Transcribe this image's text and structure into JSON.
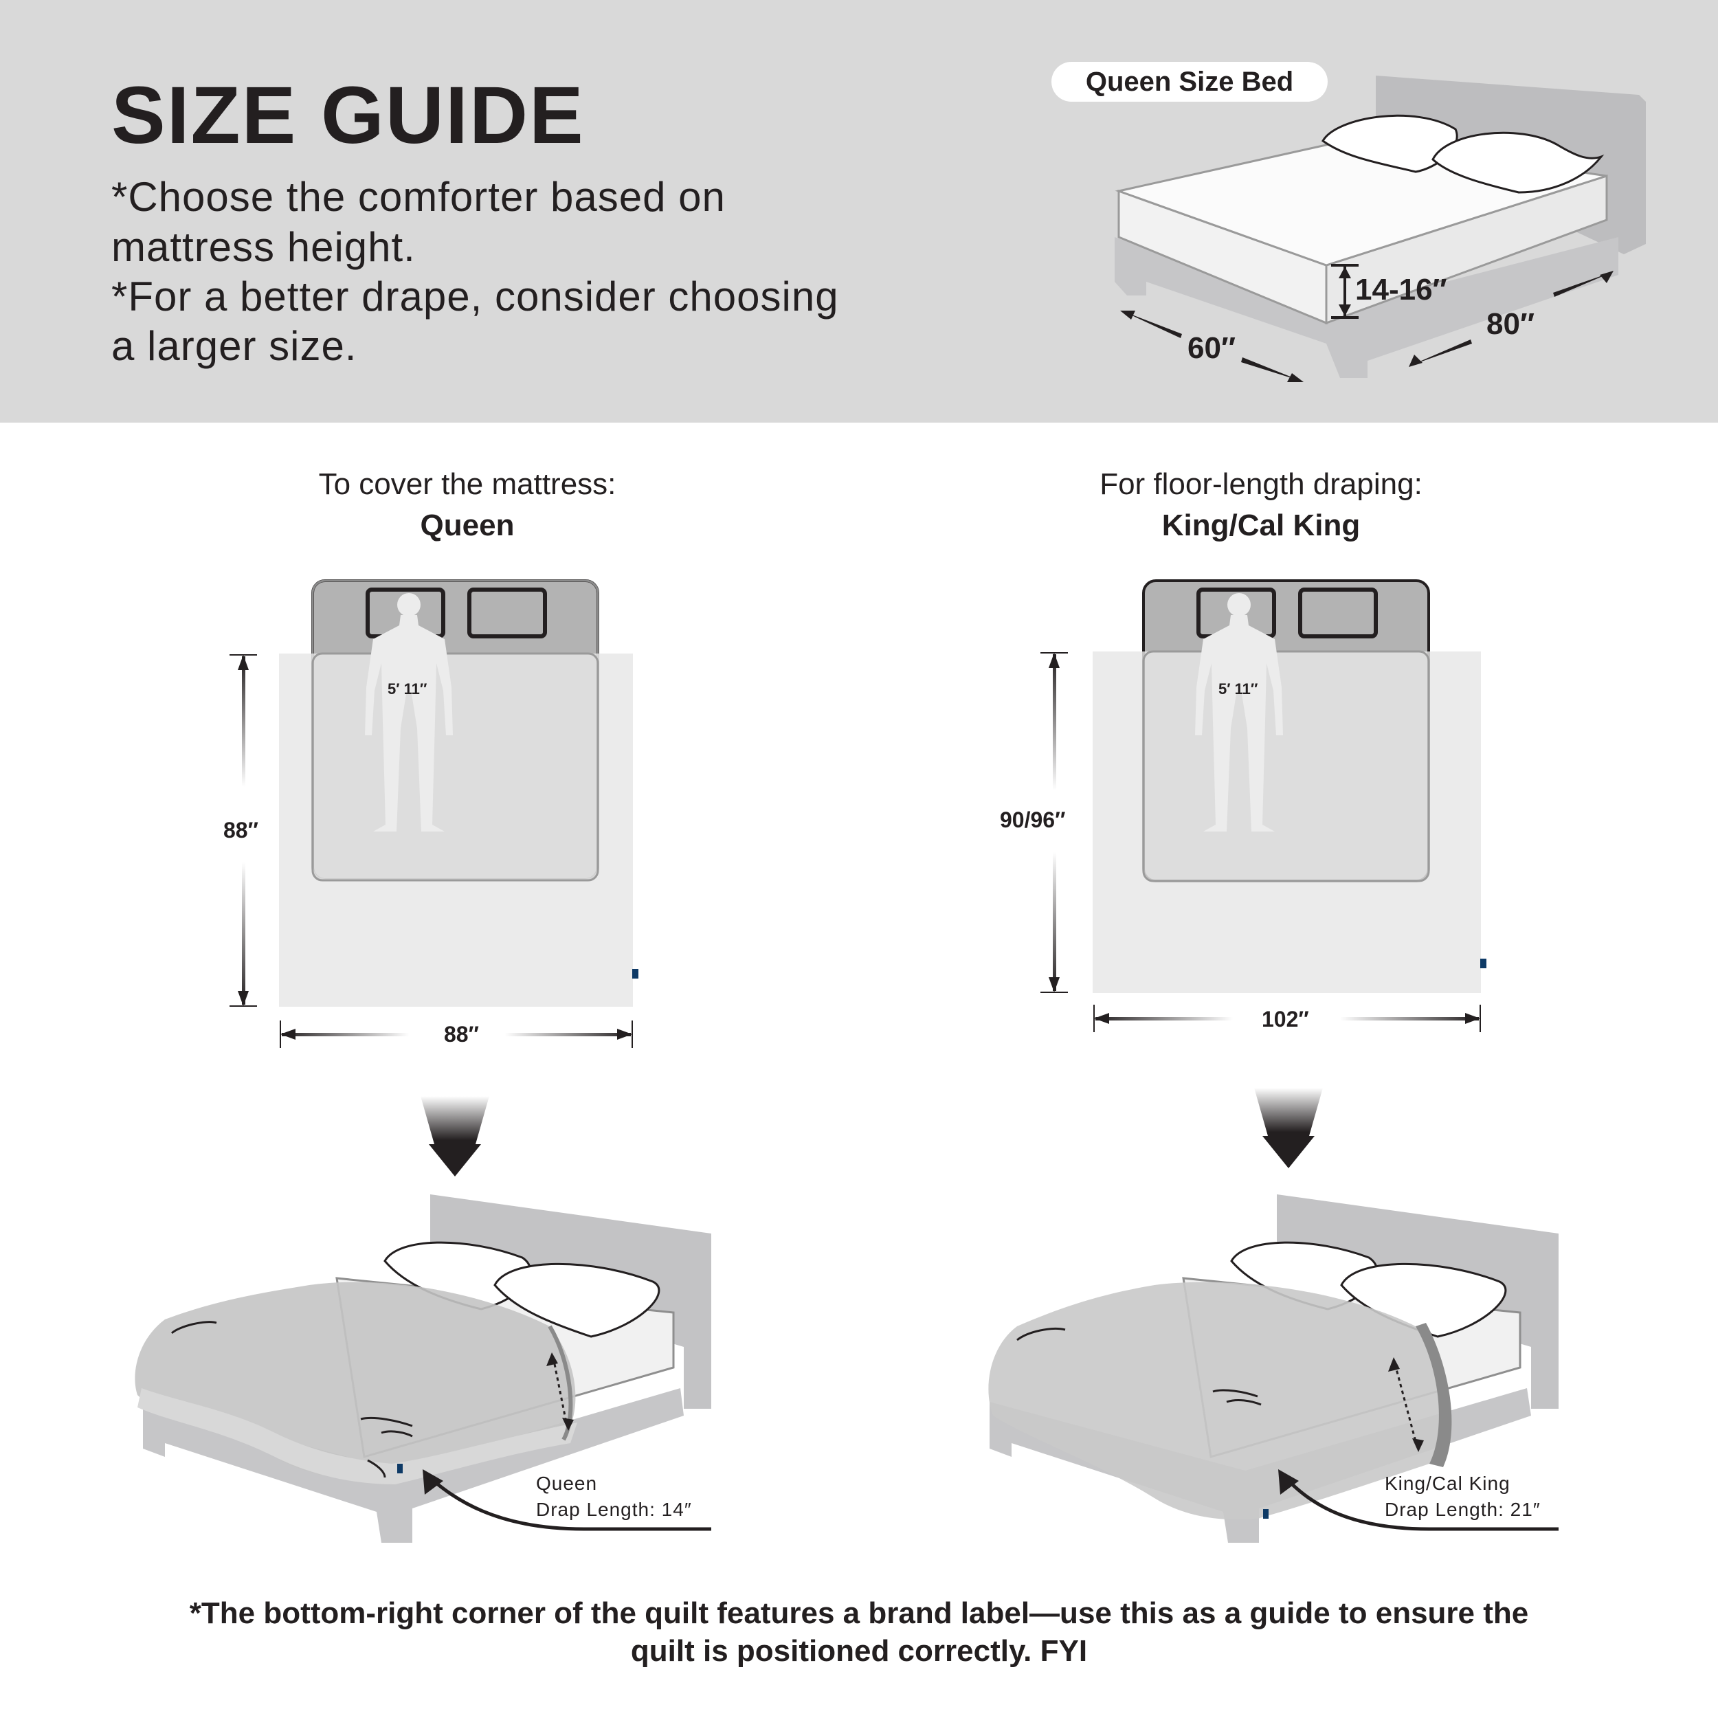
{
  "header": {
    "title": "SIZE GUIDE",
    "notes": [
      "*Choose the comforter based on",
      "mattress height.",
      "*For a better drape, consider choosing",
      "a larger size."
    ],
    "badge": "Queen Size Bed",
    "dims": {
      "height": "14-16″",
      "width": "60″",
      "length": "80″"
    }
  },
  "left": {
    "heading": "To cover the mattress:",
    "size": "Queen",
    "person_height": "5′ 11″",
    "quilt_length": "88″",
    "quilt_width": "88″",
    "drape_size": "Queen",
    "drape_length": "Drap Length: 14″"
  },
  "right": {
    "heading": "For floor-length draping:",
    "size": "King/Cal King",
    "person_height": "5′ 11″",
    "quilt_length": "90/96″",
    "quilt_width": "102″",
    "drape_size": "King/Cal King",
    "drape_length": "Drap Length: 21″"
  },
  "footer": {
    "line1": "*The bottom-right corner of the quilt features a brand label—use this as a guide to ensure the",
    "line2": "quilt is positioned correctly.  FYI"
  },
  "colors": {
    "header_bg": "#d9d9d9",
    "text": "#231f20",
    "quilt": "#e6e6e6",
    "bed_frame": "#c8c8ca",
    "label": "#0e3a66"
  }
}
